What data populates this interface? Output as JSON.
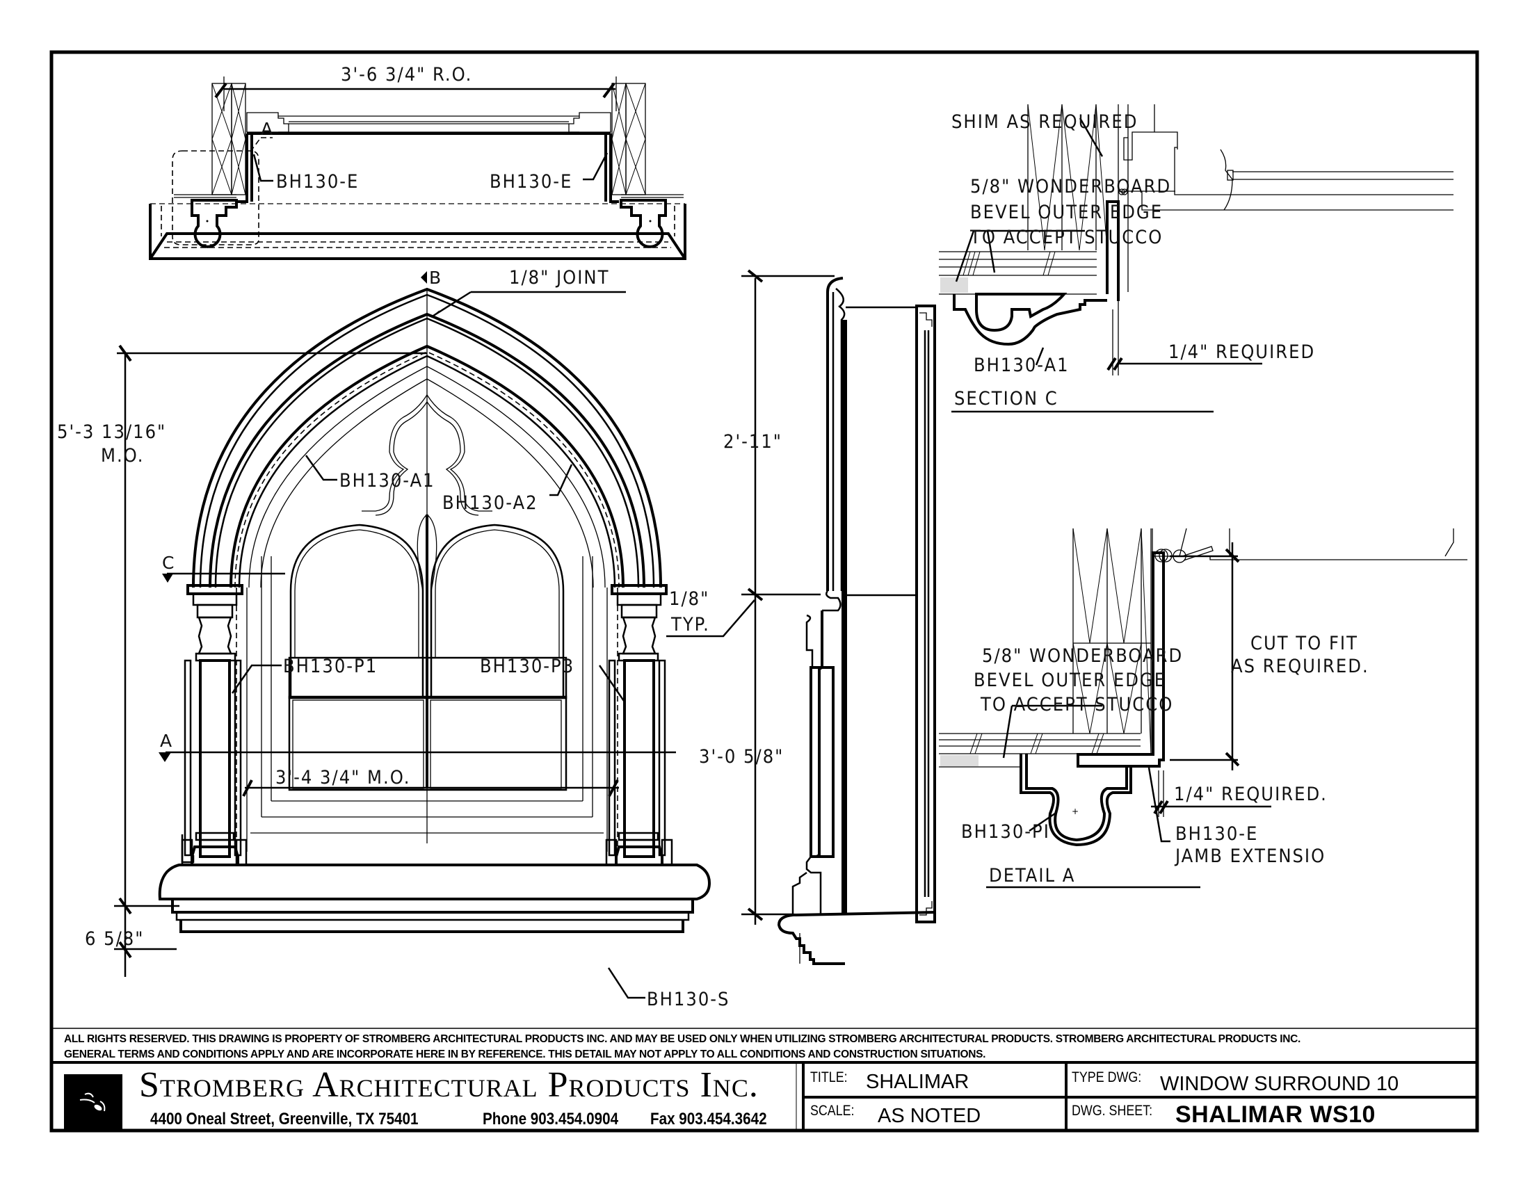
{
  "drawing": {
    "plan_view": {
      "rough_opening_dim": "3'-6 3/4\" R.O.",
      "detail_marker": "A",
      "left_label": "BH130-E",
      "right_label": "BH130-E"
    },
    "elevation": {
      "section_marker_b": "B",
      "section_marker_c": "C",
      "section_marker_a": "A",
      "joint_note": "1/8\" JOINT",
      "height_dim_line1": "5'-3 13/16\"",
      "height_dim_line2": "M.O.",
      "arch_label_1": "BH130-A1",
      "arch_label_2": "BH130-A2",
      "pilaster_left_label": "BH130-P1",
      "pilaster_right_label": "BH130-P3",
      "width_dim": "3'-4 3/4\" M.O.",
      "sill_height_dim": "6 5/8\"",
      "sill_label": "BH130-S",
      "typ_joint_line1": "1/8\"",
      "typ_joint_line2": "TYP."
    },
    "side_section": {
      "upper_dim": "2'-11\"",
      "lower_dim": "3'-0 5/8\""
    },
    "section_c": {
      "shim_note": "SHIM AS REQUIRED",
      "board_note_line1": "5/8\" WONDERBOARD",
      "board_note_line2": "BEVEL OUTER EDGE",
      "board_note_line3": "TO ACCEPT STUCCO",
      "part_label": "BH130-A1",
      "gap_note": "1/4\" REQUIRED",
      "title": "SECTION C"
    },
    "detail_a": {
      "board_note_line1": "5/8\" WONDERBOARD",
      "board_note_line2": "BEVEL OUTER EDGE",
      "board_note_line3": "TO ACCEPT STUCCO",
      "cut_note_line1": "CUT TO FIT",
      "cut_note_line2": "AS REQUIRED.",
      "gap_note": "1/4\" REQUIRED.",
      "part_label": "BH130-PI",
      "jamb_label_line1": "BH130-E",
      "jamb_label_line2": "JAMB EXTENSIO",
      "title": "DETAIL A"
    }
  },
  "disclaimer": {
    "line1": "ALL RIGHTS RESERVED. THIS DRAWING IS PROPERTY OF STROMBERG ARCHITECTURAL PRODUCTS INC. AND MAY BE USED ONLY WHEN UTILIZING STROMBERG ARCHITECTURAL PRODUCTS.  STROMBERG ARCHITECTURAL PRODUCTS INC.",
    "line2": "GENERAL TERMS AND CONDITIONS APPLY AND ARE INCORPORATE HERE IN BY REFERENCE.  THIS DETAIL MAY NOT APPLY TO ALL CONDITIONS AND CONSTRUCTION SITUATIONS."
  },
  "title_block": {
    "company": "Stromberg Architectural Products Inc.",
    "address": "4400 Oneal Street, Greenville, TX  75401",
    "phone": "Phone 903.454.0904",
    "fax": "Fax 903.454.3642",
    "logo_icon": "flame-logo-icon",
    "title_key": "TITLE:",
    "title_value": "SHALIMAR",
    "scale_key": "SCALE:",
    "scale_value": "AS NOTED",
    "type_key": "TYPE DWG:",
    "type_value": "WINDOW SURROUND 10",
    "sheet_key": "DWG. SHEET:",
    "sheet_value": "SHALIMAR WS10"
  }
}
